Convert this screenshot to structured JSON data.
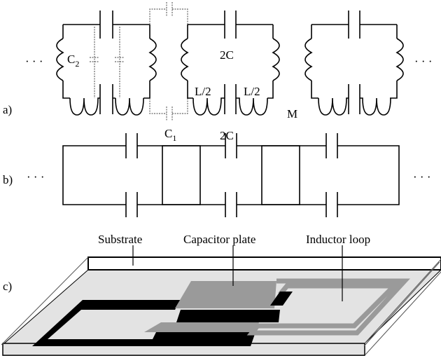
{
  "panels": {
    "a": {
      "label": "a)",
      "ellipsis_left": "· · ·",
      "ellipsis_right": "· · ·",
      "c2_label": "C",
      "c2_sub": "2",
      "c1_label": "C",
      "c1_sub": "1",
      "top_cap_label": "2C",
      "bottom_cap_label": "2C",
      "inductor_left_label": "L/2",
      "inductor_right_label": "L/2",
      "mutual_label": "M"
    },
    "b": {
      "label": "b)",
      "ellipsis_left": "· · ·",
      "ellipsis_right": "· · ·"
    },
    "c": {
      "label": "c)",
      "substrate_label": "Substrate",
      "capacitor_label": "Capacitor plate",
      "inductor_label": "Inductor loop"
    }
  }
}
